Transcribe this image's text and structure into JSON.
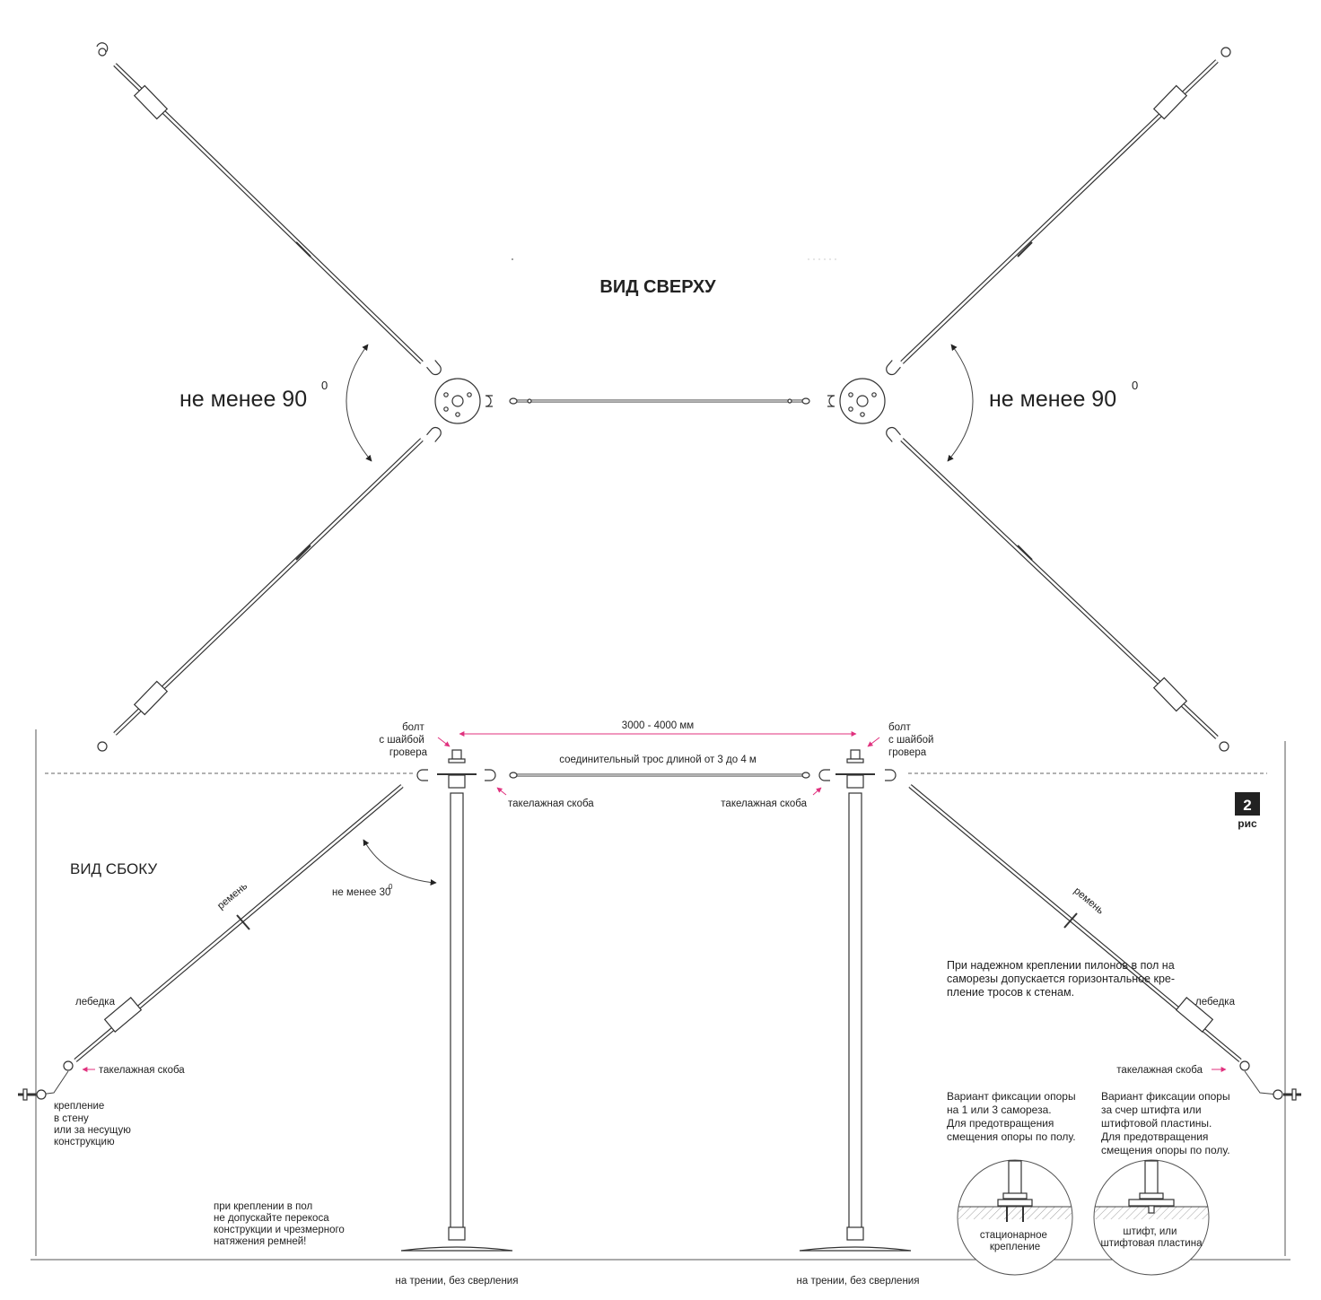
{
  "top_view": {
    "title": "ВИД СВЕРХУ",
    "angle_left": "не менее 90",
    "angle_right": "не менее 90",
    "angle_sup": "0"
  },
  "side_view": {
    "title": "ВИД СБОКУ",
    "dimension": "3000 - 4000 мм",
    "cable_label": "соединительный трос длиной  от 3 до 4 м",
    "bolt_left": [
      "болт",
      "с шайбой",
      "гровера"
    ],
    "bolt_right": [
      "болт",
      "с шайбой",
      "гровера"
    ],
    "shackle_left": "такелажная скоба",
    "shackle_right": "такелажная скоба",
    "angle_30": "не менее 30",
    "angle_30_sup": "0",
    "strap_left": "ремень",
    "strap_right": "ремень",
    "winch_left": "лебедка",
    "winch_right": "лебедка",
    "shackle_bottom_left": "такелажная скоба",
    "shackle_bottom_right": "такелажная скоба",
    "wall_mount": [
      "крепление",
      "в стену",
      "или за несущую",
      "конструкцию"
    ],
    "floor_warning": [
      "при креплении в пол",
      "не допускайте перекоса",
      "конструкции и чрезмерного",
      "натяжения ремней!"
    ],
    "friction_left": "на трении, без сверления",
    "friction_right": "на трении, без сверления",
    "note": [
      "При надежном креплении пилонов в пол на",
      "саморезы допускается  горизонтальное  кре-",
      "пление тросов к стенам."
    ],
    "variant1": [
      "Вариант фиксации опоры",
      "на 1 или 3 самореза.",
      "Для предотвращения",
      "смещения опоры по полу."
    ],
    "variant2": [
      "Вариант фиксации опоры",
      "за счер штифта или",
      "штифтовой пластины.",
      "Для предотвращения",
      "смещения опоры по полу."
    ],
    "detail1": [
      "стационарное",
      "крепление"
    ],
    "detail2": [
      "штифт, или",
      "штифтовая пластина"
    ]
  },
  "figure": {
    "number": "2",
    "label": "рис"
  },
  "colors": {
    "accent": "#e0317e",
    "line": "#333333"
  }
}
